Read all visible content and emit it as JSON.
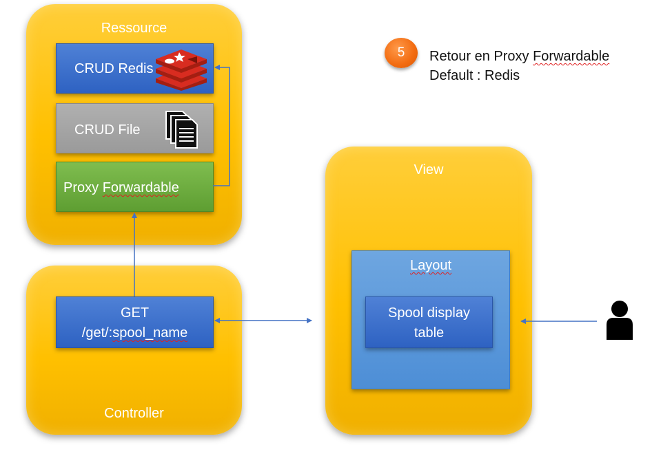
{
  "resource": {
    "title": "Ressource",
    "crud_redis": "CRUD Redis",
    "crud_file": "CRUD File",
    "proxy": {
      "part1": "Proxy ",
      "part2": "Forwardable"
    }
  },
  "controller": {
    "title": "Controller",
    "route_method": "GET",
    "route_path": {
      "part1": "/get/:",
      "part2": "spool_name"
    }
  },
  "view": {
    "title": "View",
    "layout_title": "Layout",
    "table_line1": "Spool display",
    "table_line2": "table"
  },
  "note": {
    "step": "5",
    "line1": {
      "part1": "Retour en Proxy ",
      "part2": "Forwardable"
    },
    "line2": "Default : Redis"
  },
  "icons": {
    "redis": "redis-logo-icon",
    "file": "documents-icon",
    "user": "user-icon"
  },
  "colors": {
    "group": "#ffc000",
    "blue_box": "#2e62c2",
    "gray_box": "#9a9a9a",
    "green_box": "#5e9e32",
    "layout_box": "#4d8ed6",
    "connector": "#4472c4",
    "badge": "#f26b10"
  }
}
